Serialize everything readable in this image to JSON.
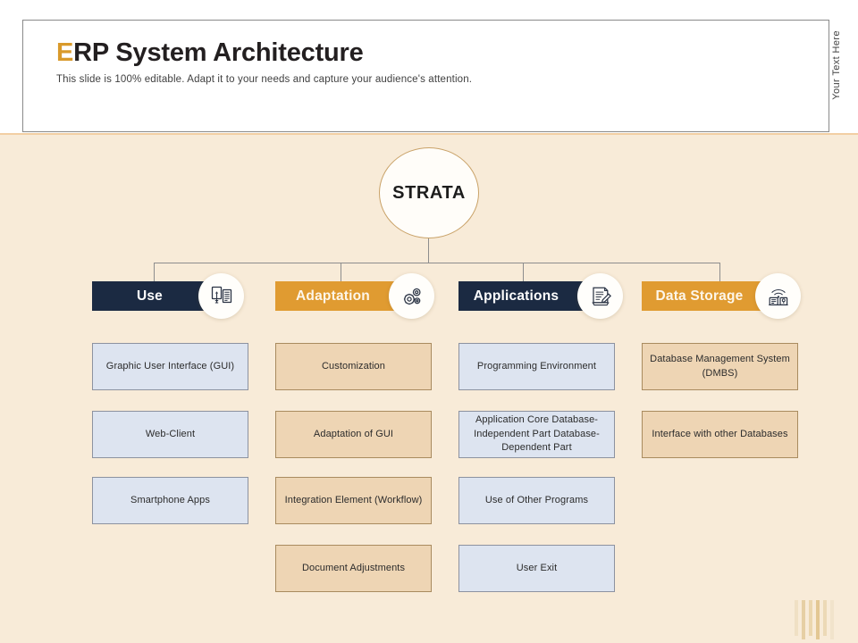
{
  "slide": {
    "title_lead": "E",
    "title_rest": "RP System Architecture",
    "title_full": "ERP System Architecture",
    "subtitle": "This slide is 100% editable. Adapt it to your needs and capture your audience's attention.",
    "side_text": "Your Text Here",
    "background_color": "#f8ebd8",
    "header_background_color": "#ffffff",
    "accent_color": "#e09b31",
    "dark_color": "#1b2a42"
  },
  "root": {
    "label": "STRATA"
  },
  "columns": [
    {
      "header": "Use",
      "header_style": "dark",
      "icon": "documents-icon",
      "items": [
        {
          "label": "Graphic User Interface (GUI)",
          "style": "blue"
        },
        {
          "label": "Web-Client",
          "style": "blue"
        },
        {
          "label": "Smartphone Apps",
          "style": "blue"
        }
      ]
    },
    {
      "header": "Adaptation",
      "header_style": "gold",
      "icon": "gears-icon",
      "items": [
        {
          "label": "Customization",
          "style": "tan"
        },
        {
          "label": "Adaptation of GUI",
          "style": "tan"
        },
        {
          "label": "Integration Element (Workflow)",
          "style": "tan"
        },
        {
          "label": "Document Adjustments",
          "style": "tan"
        }
      ]
    },
    {
      "header": "Applications",
      "header_style": "dark",
      "icon": "checklist-pen-icon",
      "items": [
        {
          "label": "Programming Environment",
          "style": "blue"
        },
        {
          "label": "Application Core Database-Independent Part Database-Dependent Part",
          "style": "blue"
        },
        {
          "label": "Use of Other Programs",
          "style": "blue"
        },
        {
          "label": "User Exit",
          "style": "blue"
        }
      ]
    },
    {
      "header": "Data Storage",
      "header_style": "gold",
      "icon": "server-wifi-icon",
      "items": [
        {
          "label": "Database Management System (DMBS)",
          "style": "tan"
        },
        {
          "label": "Interface with other Databases",
          "style": "tan"
        }
      ]
    }
  ]
}
